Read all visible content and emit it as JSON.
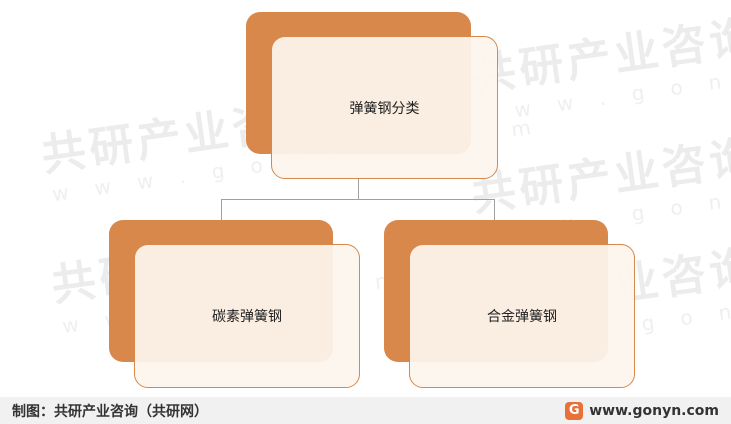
{
  "watermark": {
    "brand": "共研产业咨询",
    "url": "w w w . g o n y n . c o m"
  },
  "diagram": {
    "root": {
      "label": "弹簧钢分类"
    },
    "children": [
      {
        "label": "碳素弹簧钢"
      },
      {
        "label": "合金弹簧钢"
      }
    ],
    "colors": {
      "accent": "#d8884a",
      "card": "#fdf5ee",
      "line": "#a0a0a0"
    }
  },
  "footer": {
    "credit": "制图：共研产业咨询（共研网）",
    "logo_letter": "G",
    "site": "www.gonyn.com"
  }
}
